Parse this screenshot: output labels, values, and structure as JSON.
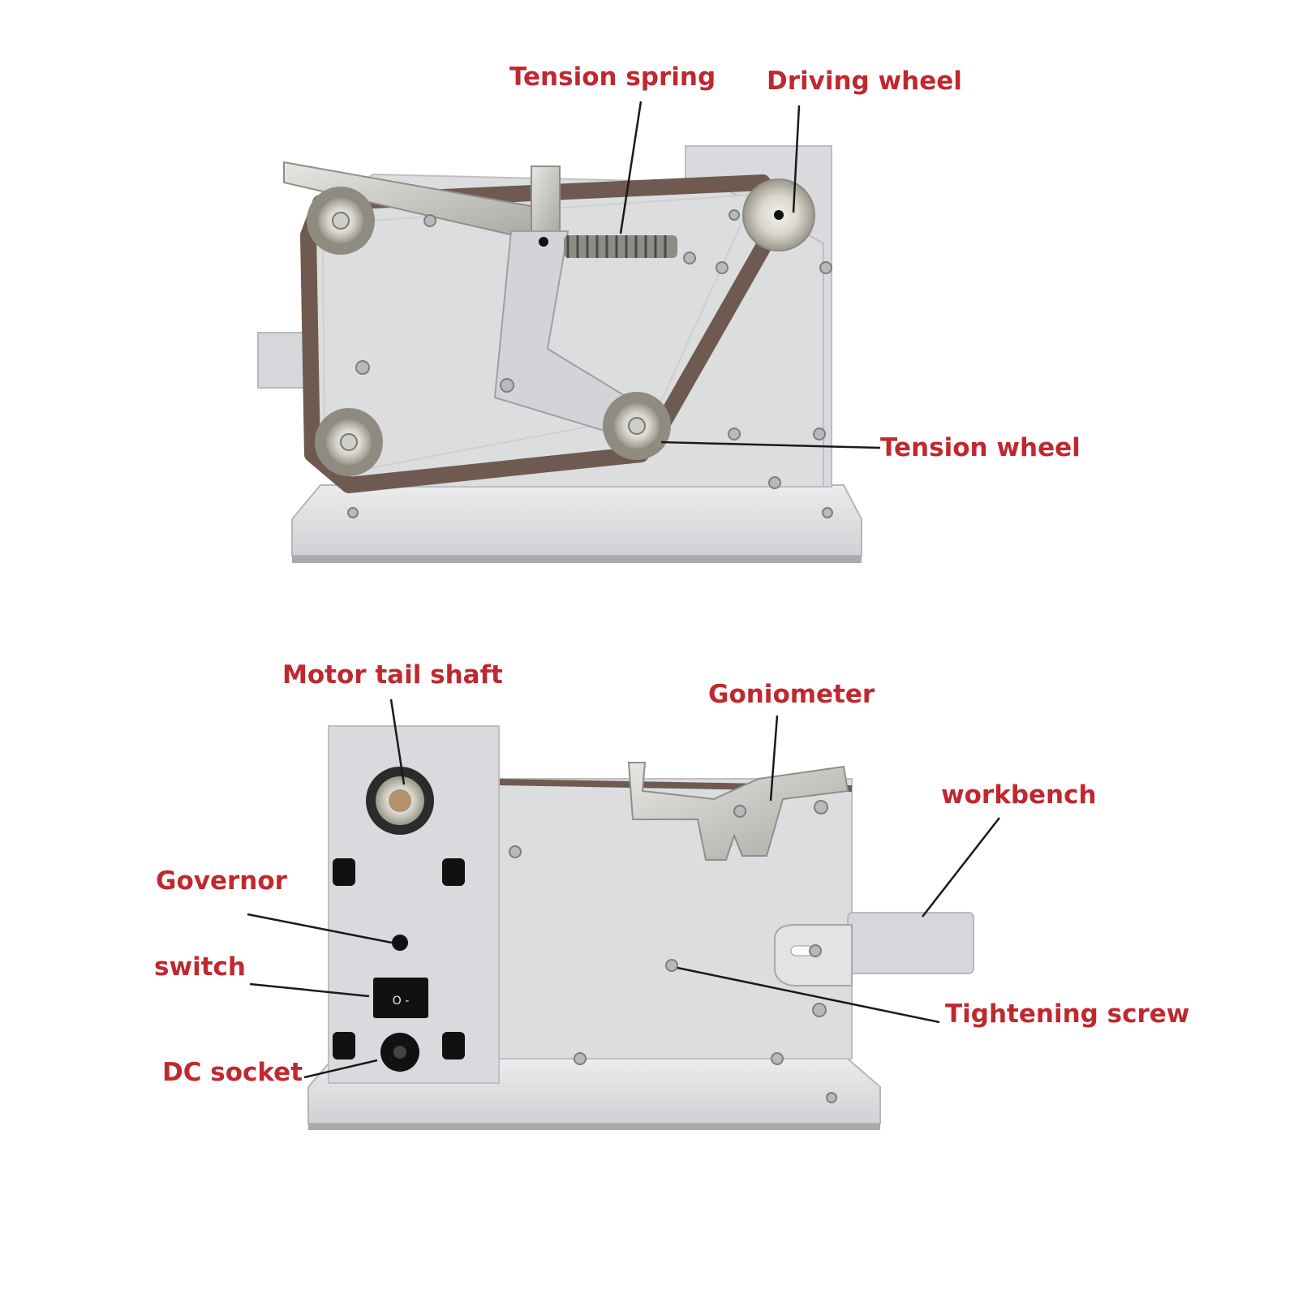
{
  "labels": {
    "tension_spring": "Tension spring",
    "driving_wheel": "Driving wheel",
    "tension_wheel": "Tension wheel",
    "motor_tail_shaft": "Motor tail shaft",
    "goniometer": "Goniometer",
    "workbench": "workbench",
    "governor": "Governor",
    "switch": "switch",
    "tightening_screw": "Tightening screw",
    "dc_socket": "DC socket"
  },
  "switch_symbols": "O -",
  "colors": {
    "label": "#c0282f",
    "leader": "#1a1a1a",
    "body": "#dcdddf",
    "body_shade": "#c9cacd",
    "base": "#e3e4e6",
    "belt": "#6e5a50",
    "steel": "#c8c8c4",
    "bolt": "#b8b9bb",
    "black": "#111111"
  }
}
